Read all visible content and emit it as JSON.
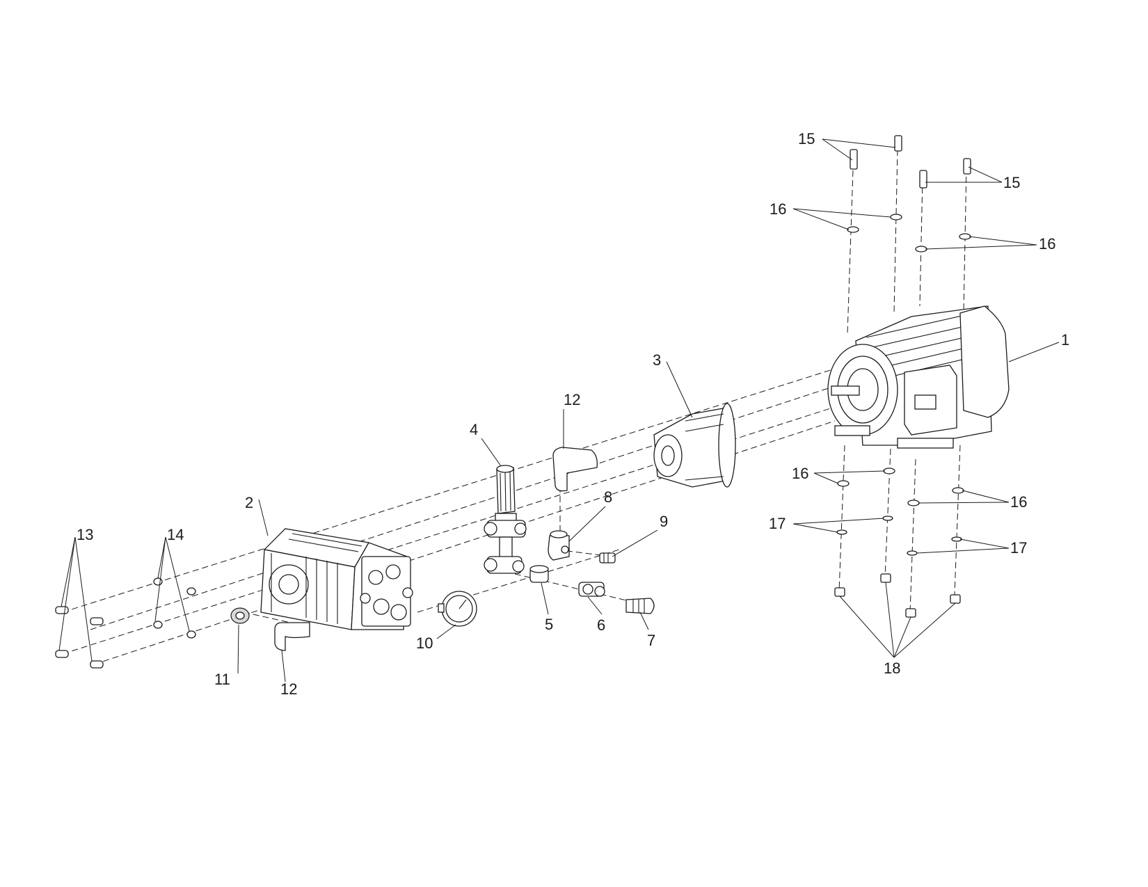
{
  "callouts": {
    "c1": "1",
    "c2": "2",
    "c3": "3",
    "c4": "4",
    "c5": "5",
    "c6": "6",
    "c7": "7",
    "c8": "8",
    "c9": "9",
    "c10": "10",
    "c11": "11",
    "c12a": "12",
    "c12b": "12",
    "c13": "13",
    "c14": "14",
    "c15a": "15",
    "c15b": "15",
    "c16a": "16",
    "c16b": "16",
    "c16c": "16",
    "c16d": "16",
    "c17a": "17",
    "c17b": "17",
    "c18": "18"
  }
}
